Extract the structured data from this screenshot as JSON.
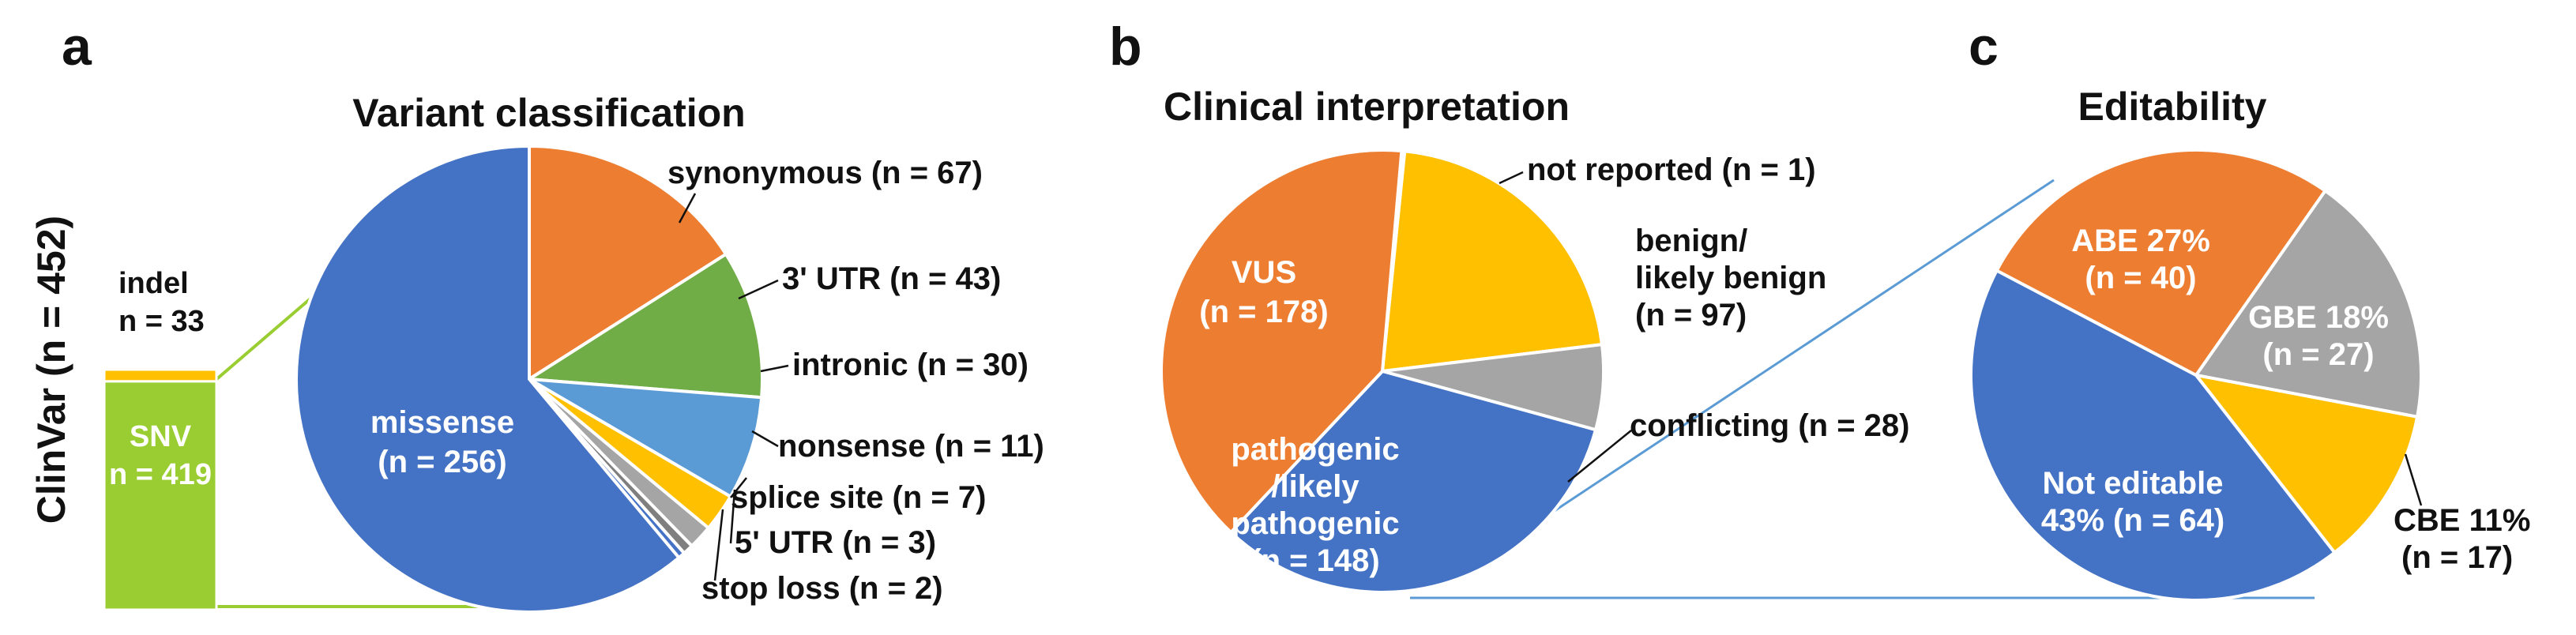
{
  "panels": {
    "a": {
      "letter": "a"
    },
    "b": {
      "letter": "b"
    },
    "c": {
      "letter": "c"
    }
  },
  "colors": {
    "orange": "#ED7D31",
    "green": "#70AD47",
    "light_blue": "#5B9BD5",
    "yellow": "#FFC000",
    "gray": "#A5A5A5",
    "dark_gray": "#7F7F7F",
    "blue": "#4472C4",
    "lime": "#9ACD32",
    "connector_green": "#9ACD32",
    "connector_blue": "#5B9BD5"
  },
  "chart_data": [
    {
      "type": "bar",
      "stacked": true,
      "ylabel": "ClinVar (n = 452)",
      "categories": [
        "ClinVar"
      ],
      "series": [
        {
          "name": "SNV",
          "values": [
            419
          ],
          "color": "#9ACD32",
          "label_lines": [
            "SNV",
            "n = 419"
          ]
        },
        {
          "name": "indel",
          "values": [
            33
          ],
          "color": "#FFC000",
          "label_lines": [
            "indel",
            "n = 33"
          ]
        }
      ],
      "total": 452
    },
    {
      "type": "pie",
      "title": "Variant classification",
      "start_angle": 90,
      "slices": [
        {
          "name": "synonymous",
          "value": 67,
          "color": "#ED7D31",
          "label_lines": [
            "synonymous (n = 67)"
          ],
          "label_pos": "outside"
        },
        {
          "name": "3' UTR",
          "value": 43,
          "color": "#70AD47",
          "label_lines": [
            "3' UTR (n = 43)"
          ],
          "label_pos": "outside"
        },
        {
          "name": "intronic",
          "value": 30,
          "color": "#5B9BD5",
          "label_lines": [
            "intronic (n = 30)"
          ],
          "label_pos": "outside"
        },
        {
          "name": "nonsense",
          "value": 11,
          "color": "#FFC000",
          "label_lines": [
            "nonsense (n = 11)"
          ],
          "label_pos": "outside"
        },
        {
          "name": "splice site",
          "value": 7,
          "color": "#A5A5A5",
          "label_lines": [
            "splice site (n =  7)"
          ],
          "label_pos": "outside"
        },
        {
          "name": "5' UTR",
          "value": 3,
          "color": "#7F7F7F",
          "label_lines": [
            "5' UTR (n = 3)"
          ],
          "label_pos": "outside"
        },
        {
          "name": "stop loss",
          "value": 2,
          "color": "#4472C4",
          "label_lines": [
            "stop loss (n = 2)"
          ],
          "label_pos": "outside"
        },
        {
          "name": "missense",
          "value": 256,
          "color": "#4472C4",
          "label_lines": [
            "missense",
            "(n = 256)"
          ],
          "label_pos": "inside"
        }
      ]
    },
    {
      "type": "pie",
      "title": "Clinical interpretation",
      "start_angle": 85,
      "slices": [
        {
          "name": "not reported",
          "value": 1,
          "color": "#4472C4",
          "label_lines": [
            "not reported (n = 1)"
          ],
          "label_pos": "outside"
        },
        {
          "name": "benign/likely benign",
          "value": 97,
          "color": "#FFC000",
          "label_lines": [
            "benign/",
            "likely benign",
            "(n = 97)"
          ],
          "label_pos": "outside"
        },
        {
          "name": "conflicting",
          "value": 28,
          "color": "#A5A5A5",
          "label_lines": [
            "conflicting (n = 28)"
          ],
          "label_pos": "outside"
        },
        {
          "name": "pathogenic/likely pathogenic",
          "value": 148,
          "color": "#4472C4",
          "label_lines": [
            "pathogenic",
            "/likely",
            "pathogenic",
            "(n = 148)"
          ],
          "label_pos": "inside"
        },
        {
          "name": "VUS",
          "value": 178,
          "color": "#ED7D31",
          "label_lines": [
            "VUS",
            "(n = 178)"
          ],
          "label_pos": "inside"
        }
      ]
    },
    {
      "type": "pie",
      "title": "Editability",
      "start_angle": 55,
      "slices": [
        {
          "name": "GBE",
          "value": 27,
          "color": "#A5A5A5",
          "label_lines": [
            "GBE 18%",
            "(n = 27)"
          ],
          "label_pos": "inside"
        },
        {
          "name": "CBE",
          "value": 17,
          "color": "#FFC000",
          "label_lines": [
            "CBE 11%",
            "(n = 17)"
          ],
          "label_pos": "outside"
        },
        {
          "name": "Not editable",
          "value": 64,
          "color": "#4472C4",
          "label_lines": [
            "Not editable",
            "43% (n = 64)"
          ],
          "label_pos": "inside"
        },
        {
          "name": "ABE",
          "value": 40,
          "color": "#ED7D31",
          "label_lines": [
            "ABE 27%",
            "(n = 40)"
          ],
          "label_pos": "inside"
        }
      ]
    }
  ]
}
